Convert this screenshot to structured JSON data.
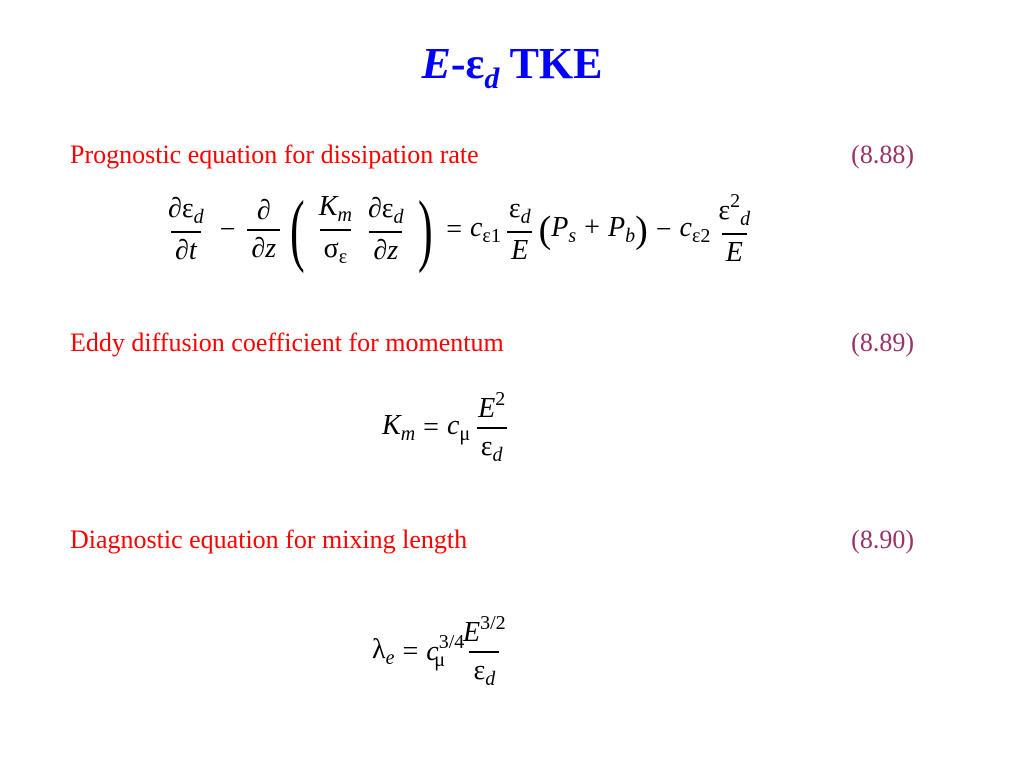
{
  "title": {
    "e": "E",
    "dash": "-",
    "eps": "ε",
    "d": "d",
    "rest": "TKE"
  },
  "sections": [
    {
      "caption": "Prognostic equation for dissipation rate",
      "eqno": "(8.88)"
    },
    {
      "caption": "Eddy diffusion coefficient for momentum",
      "eqno": "(8.89)"
    },
    {
      "caption": "Diagnostic equation for mixing length",
      "eqno": "(8.90)"
    }
  ],
  "eq88": {
    "partial": "∂",
    "eps": "ε",
    "d": "d",
    "t": "t",
    "z": "z",
    "minus": "−",
    "K": "K",
    "m": "m",
    "sigma": "σ",
    "equals": "=",
    "c": "c",
    "one": "1",
    "two": "2",
    "E": "E",
    "P": "P",
    "s": "s",
    "b": "b",
    "plus": "+",
    "lparen": "(",
    "rparen": ")"
  },
  "eq89": {
    "K": "K",
    "m": "m",
    "equals": "=",
    "c": "c",
    "mu": "μ",
    "E": "E",
    "two": "2",
    "eps": "ε",
    "d": "d"
  },
  "eq90": {
    "lambda": "λ",
    "e": "e",
    "equals": "=",
    "c": "c",
    "mu": "μ",
    "exp_num": "3/4",
    "E": "E",
    "exp_E": "3/2",
    "eps": "ε",
    "d": "d"
  }
}
